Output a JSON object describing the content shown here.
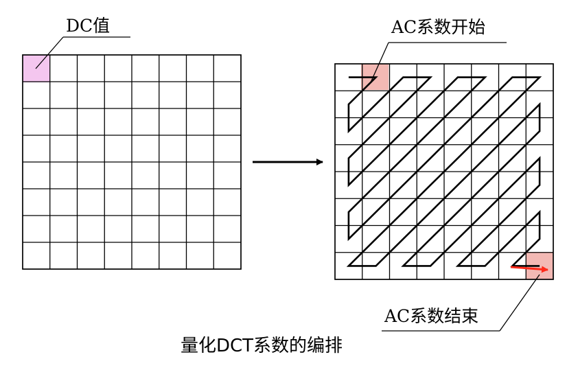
{
  "labels": {
    "dc_value": "DC值",
    "ac_start": "AC系数开始",
    "ac_end": "AC系数结束",
    "caption": "量化DCT系数的编排"
  },
  "grid": {
    "rows": 8,
    "cols": 8
  },
  "colors": {
    "dc_cell": "#f4c6ef",
    "ac_start_cell": "#f3b9b4",
    "ac_end_cell": "#f3b9b4",
    "end_arrow": "#ff2a1a",
    "line": "#000000"
  }
}
